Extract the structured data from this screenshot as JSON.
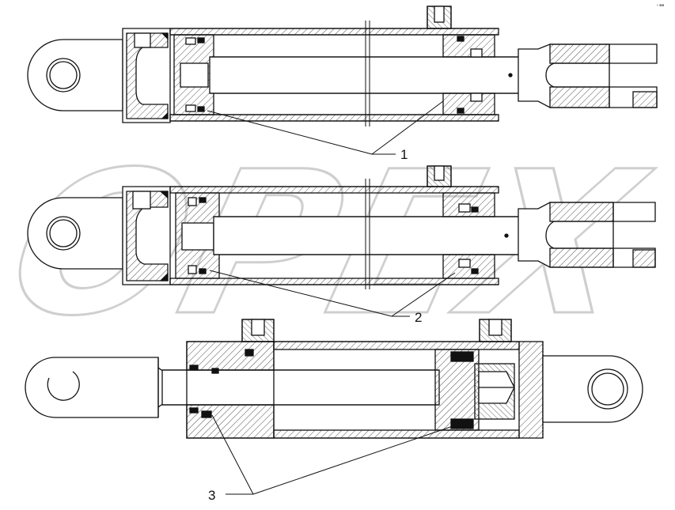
{
  "diagram": {
    "watermark": "OPEX",
    "corner_mark": "▪ ■■",
    "callouts": [
      {
        "label": "1"
      },
      {
        "label": "2"
      },
      {
        "label": "3"
      }
    ],
    "colors": {
      "outline": "#111111",
      "hatch": "#555555",
      "watermark": "#cfcfcf"
    },
    "assemblies": [
      {
        "name": "top-cylinder",
        "rod_end": "clevis-fork",
        "base_end": "eye"
      },
      {
        "name": "middle-cylinder",
        "rod_end": "clevis-fork",
        "base_end": "eye"
      },
      {
        "name": "bottom-cylinder",
        "rod_end": "eye",
        "base_end": "eye"
      }
    ]
  }
}
